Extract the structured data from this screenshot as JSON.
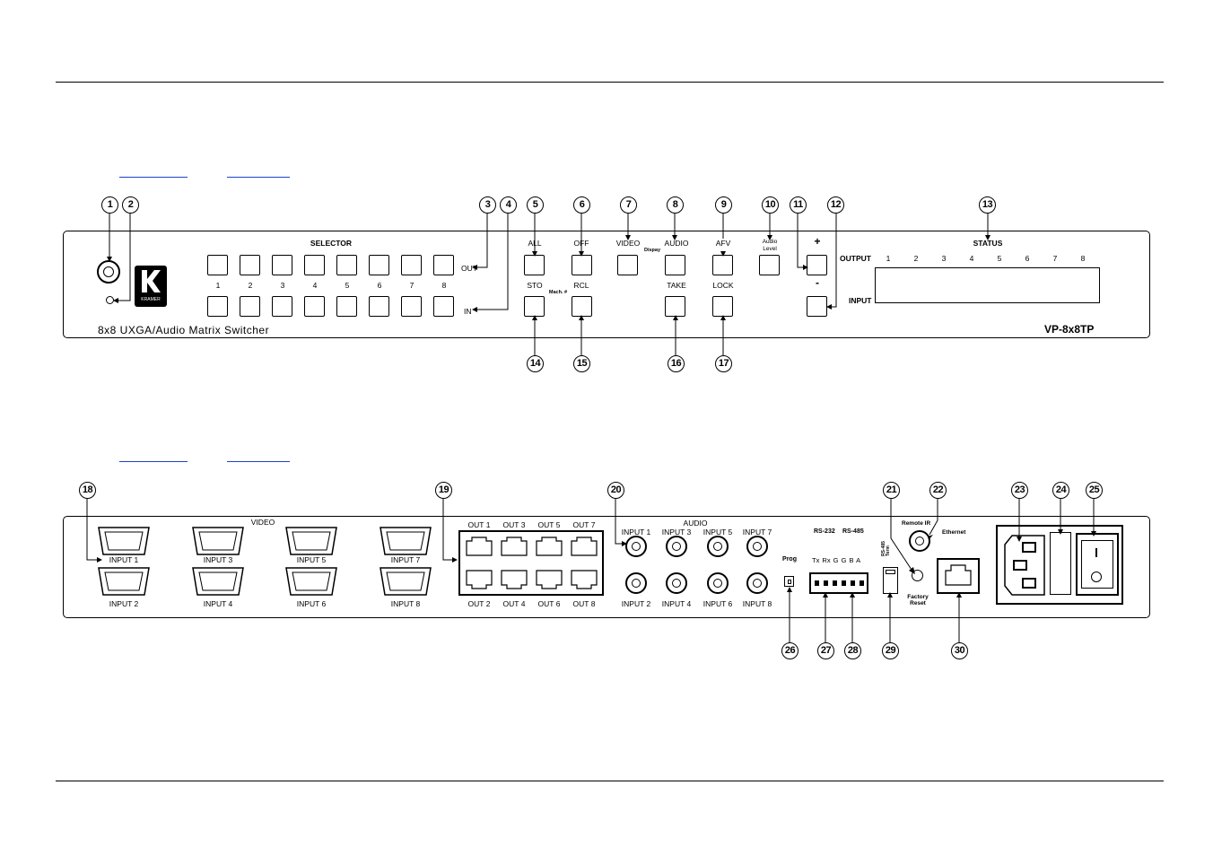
{
  "front_panel": {
    "selector_label": "SELECTOR",
    "button_numbers": [
      "1",
      "2",
      "3",
      "4",
      "5",
      "6",
      "7",
      "8"
    ],
    "out_label": "OUT",
    "in_label": "IN",
    "logo_text": "KRAMER",
    "all_label": "ALL",
    "off_label": "OFF",
    "video_label": "VIDEO",
    "audio_label": "AUDIO",
    "display_label": "Dispay",
    "afv_label": "AFV",
    "audio_level_label": "Audio Level",
    "plus_label": "+",
    "minus_label": "-",
    "sto_label": "STO",
    "rcl_label": "RCL",
    "mach_label": "Mach. #",
    "take_label": "TAKE",
    "lock_label": "LOCK",
    "status_label": "STATUS",
    "output_label": "OUTPUT",
    "input_label": "INPUT",
    "status_numbers": [
      "1",
      "2",
      "3",
      "4",
      "5",
      "6",
      "7",
      "8"
    ],
    "device_name": "8x8 UXGA/Audio Matrix Switcher",
    "model": "VP-8x8TP"
  },
  "rear_panel": {
    "video_label": "VIDEO",
    "vga_inputs": [
      "INPUT 1",
      "INPUT 2",
      "INPUT 3",
      "INPUT 4",
      "INPUT 5",
      "INPUT 6",
      "INPUT 7",
      "INPUT 8"
    ],
    "rj45_outputs_top": [
      "OUT 1",
      "OUT 3",
      "OUT 5",
      "OUT 7"
    ],
    "rj45_outputs_bottom": [
      "OUT 2",
      "OUT 4",
      "OUT 6",
      "OUT 8"
    ],
    "audio_label": "AUDIO",
    "audio_inputs_top": [
      "INPUT 1",
      "INPUT 3",
      "INPUT 5",
      "INPUT 7"
    ],
    "audio_inputs_bottom": [
      "INPUT 2",
      "INPUT 4",
      "INPUT 6",
      "INPUT 8"
    ],
    "prog_label": "Prog",
    "rs232_label": "RS-232",
    "rs485_label": "RS-485",
    "terminal_pins": "Tx Rx G G B A",
    "rs485_term_label": "RS-485 Term",
    "factory_reset_label": "Factory Reset",
    "remote_ir_label": "Remote IR",
    "ethernet_label": "Ethernet"
  },
  "callouts_front": [
    "1",
    "2",
    "3",
    "4",
    "5",
    "6",
    "7",
    "8",
    "9",
    "10",
    "11",
    "12",
    "13",
    "14",
    "15",
    "16",
    "17"
  ],
  "callouts_rear": [
    "18",
    "19",
    "20",
    "21",
    "22",
    "23",
    "24",
    "25",
    "26",
    "27",
    "28",
    "29",
    "30"
  ]
}
